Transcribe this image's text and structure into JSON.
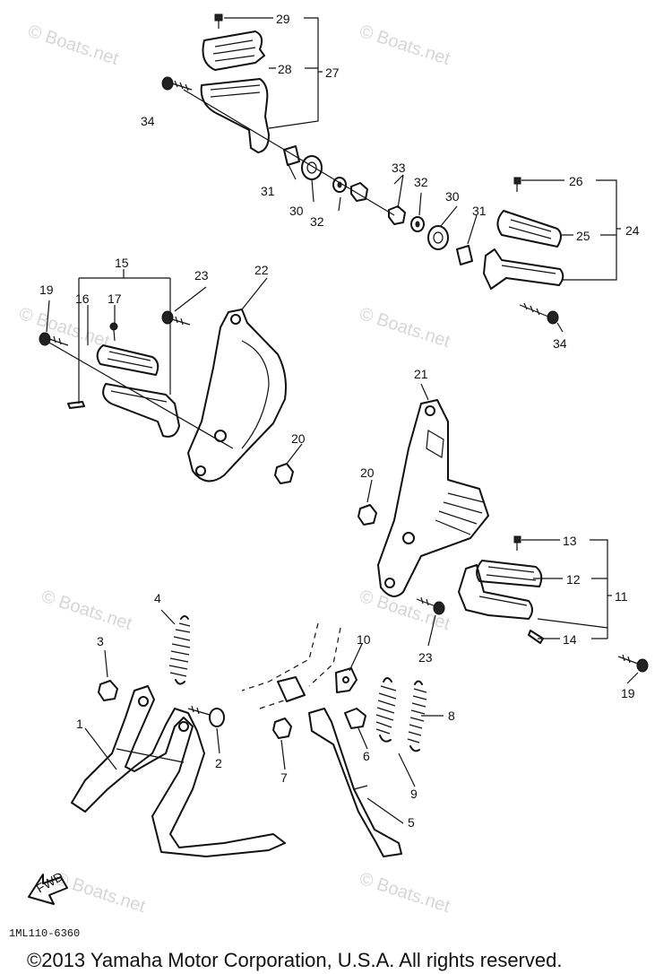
{
  "watermarks": [
    "© Boats.net",
    "© Boats.net",
    "© Boats.net",
    "© Boats.net",
    "© Boats.net",
    "© Boats.net",
    "© Boats.net",
    "© Boats.net"
  ],
  "callouts": [
    "29",
    "28",
    "27",
    "34",
    "31",
    "30",
    "32",
    "33",
    "32",
    "30",
    "31",
    "26",
    "25",
    "24",
    "34",
    "15",
    "19",
    "16",
    "17",
    "23",
    "22",
    "21",
    "20",
    "20",
    "13",
    "12",
    "11",
    "14",
    "23",
    "19",
    "4",
    "3",
    "2",
    "1",
    "10",
    "8",
    "6",
    "7",
    "9",
    "5"
  ],
  "fwd_label": "FWD",
  "drawing_code": "1ML110-6360",
  "copyright": "©2013 Yamaha Motor Corporation, U.S.A. All rights reserved."
}
